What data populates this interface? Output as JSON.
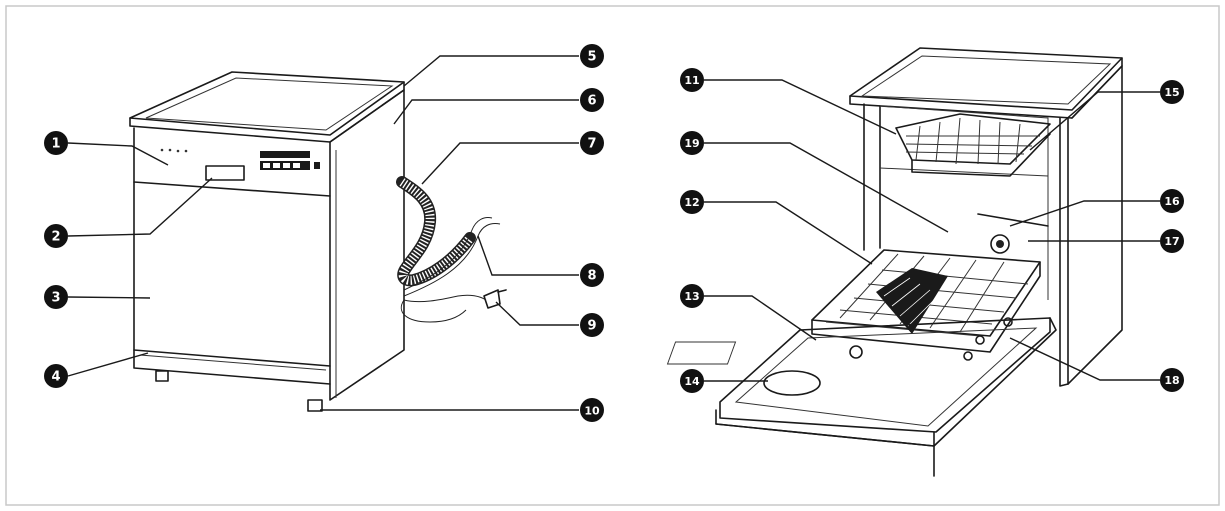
{
  "colors": {
    "frame": "#c8c8c8",
    "line": "#1a1a1a",
    "badge": "#111111",
    "badge_text": "#ffffff"
  },
  "callouts": [
    {
      "label": "1"
    },
    {
      "label": "2"
    },
    {
      "label": "3"
    },
    {
      "label": "4"
    },
    {
      "label": "5"
    },
    {
      "label": "6"
    },
    {
      "label": "7"
    },
    {
      "label": "8"
    },
    {
      "label": "9"
    },
    {
      "label": "10"
    },
    {
      "label": "11"
    },
    {
      "label": "12"
    },
    {
      "label": "13"
    },
    {
      "label": "14"
    },
    {
      "label": "15"
    },
    {
      "label": "16"
    },
    {
      "label": "17"
    },
    {
      "label": "18"
    },
    {
      "label": "19"
    }
  ]
}
